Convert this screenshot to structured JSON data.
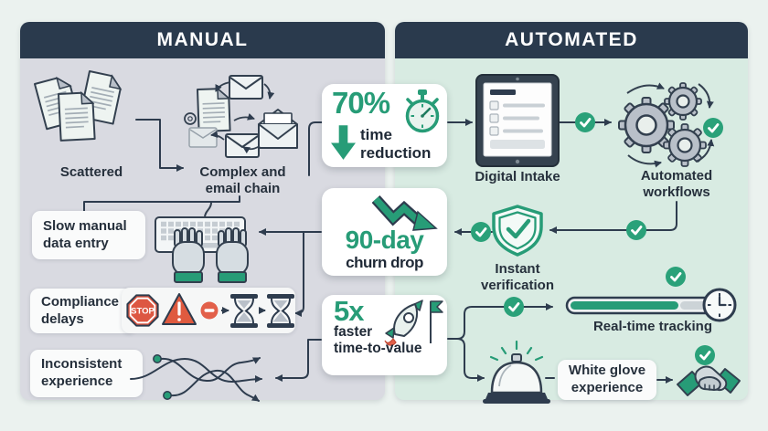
{
  "manual": {
    "title": "MANUAL",
    "scattered": "Scattered",
    "complex": "Complex and\nemail chain",
    "slow": "Slow manual\ndata entry",
    "compliance": "Compliance\ndelays",
    "stop_sign": "STOP",
    "inconsistent": "Inconsistent\nexperience"
  },
  "metrics": {
    "time_reduction": {
      "value": "70%",
      "label": "time\nreduction"
    },
    "churn": {
      "value": "90-day",
      "label": "churn drop"
    },
    "speed": {
      "value": "5x",
      "label": "faster\ntime-to-value"
    }
  },
  "automated": {
    "title": "AUTOMATED",
    "digital_intake": "Digital Intake",
    "workflows": "Automated\nworkflows",
    "verification": "Instant\nverification",
    "tracking": "Real-time tracking",
    "white_glove": "White glove\nexperience"
  },
  "colors": {
    "background": "#ebf2ef",
    "manual_panel": "#d9dae1",
    "automated_panel": "#d8ebe2",
    "header": "#2a3a4d",
    "accent_green": "#279c77",
    "line_dark": "#2e3c4e",
    "alert_red": "#dd5742",
    "card": "#ffffff",
    "text": "#26303c"
  },
  "icons": [
    "scattered-documents",
    "email-chain",
    "keyboard-hands",
    "stop-sign",
    "warning-triangle",
    "minus-circle",
    "hourglass",
    "tangled-lines",
    "stopwatch",
    "down-arrow",
    "downtrend-arrow",
    "rocket-flag",
    "tablet-form",
    "gears",
    "check-circle",
    "shield-check",
    "progress-bar",
    "clock",
    "service-bell",
    "handshake"
  ]
}
